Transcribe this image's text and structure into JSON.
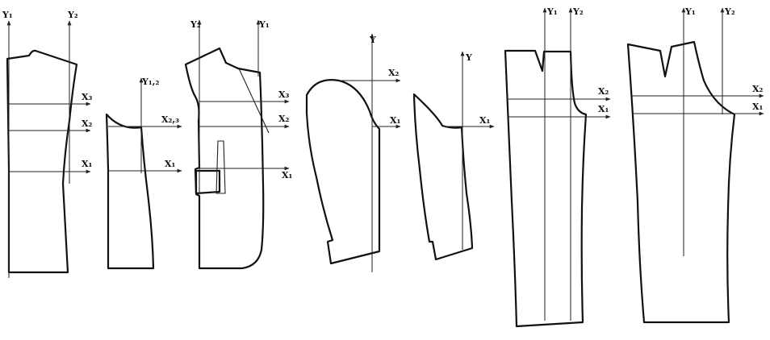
{
  "pieces": [
    {
      "id": "back",
      "axis_labels": {
        "Y1": "Y₁",
        "Y2": "Y₂",
        "X1": "X₁",
        "X2": "X₂",
        "X3": "X₃"
      }
    },
    {
      "id": "side-panel",
      "axis_labels": {
        "Y12": "Y₁,₂",
        "X1": "X₁",
        "X23": "X₂,₃"
      }
    },
    {
      "id": "front",
      "axis_labels": {
        "Y1": "Y₁",
        "Y2": "Y₂",
        "X1": "X₁",
        "X2": "X₂",
        "X3": "X₃"
      }
    },
    {
      "id": "top-sleeve",
      "axis_labels": {
        "Y": "Y",
        "X1": "X₁",
        "X2": "X₂"
      }
    },
    {
      "id": "under-sleeve",
      "axis_labels": {
        "Y": "Y",
        "X1": "X₁"
      }
    },
    {
      "id": "trouser-front",
      "axis_labels": {
        "Y1": "Y₁",
        "Y2": "Y₂",
        "X1": "X₁",
        "X2": "X₂"
      }
    },
    {
      "id": "trouser-back",
      "axis_labels": {
        "Y1": "Y₁",
        "Y2": "Y₂",
        "X1": "X₁",
        "X2": "X₂"
      }
    }
  ],
  "colors": {
    "line": "#111111",
    "background": "#ffffff"
  }
}
